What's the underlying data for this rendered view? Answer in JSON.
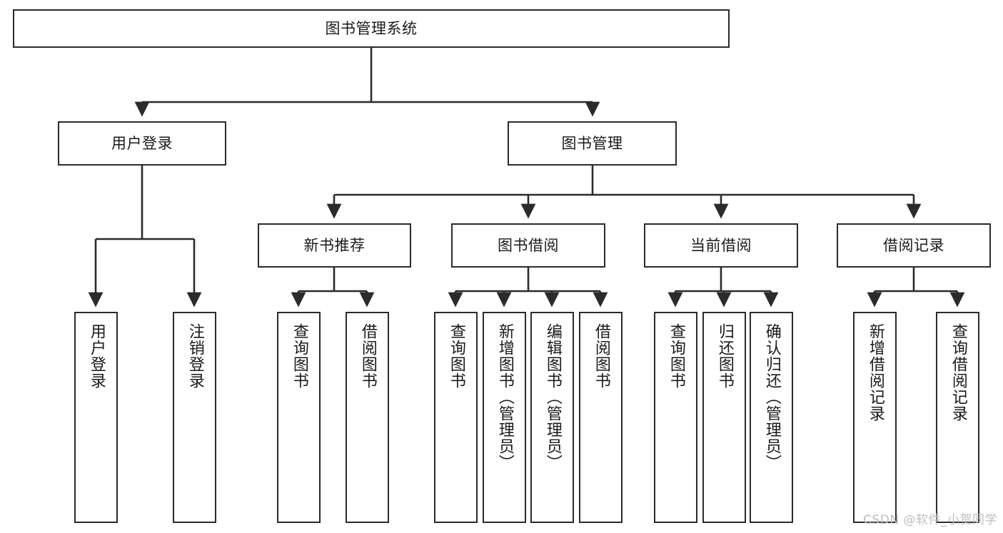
{
  "diagram": {
    "title_node": {
      "label": "图书管理系统"
    },
    "level2": [
      {
        "id": "user-login",
        "label": "用户登录"
      },
      {
        "id": "book-management",
        "label": "图书管理"
      }
    ],
    "level3": [
      {
        "id": "new-book-recommend",
        "label": "新书推荐"
      },
      {
        "id": "book-borrow",
        "label": "图书借阅"
      },
      {
        "id": "current-borrow",
        "label": "当前借阅"
      },
      {
        "id": "borrow-record",
        "label": "借阅记录"
      }
    ],
    "leaves": {
      "user_login": [
        {
          "id": "leaf-user-login",
          "label": "用户登录"
        },
        {
          "id": "leaf-logout-login",
          "label": "注销登录"
        }
      ],
      "new_book_recommend": [
        {
          "id": "leaf-query-book-1",
          "label": "查询图书"
        },
        {
          "id": "leaf-borrow-book-1",
          "label": "借阅图书"
        }
      ],
      "book_borrow": [
        {
          "id": "leaf-query-book-2",
          "label": "查询图书"
        },
        {
          "id": "leaf-add-book",
          "label": "新增图书（管理员）"
        },
        {
          "id": "leaf-edit-book",
          "label": "编辑图书（管理员）"
        },
        {
          "id": "leaf-borrow-book-2",
          "label": "借阅图书"
        }
      ],
      "current_borrow": [
        {
          "id": "leaf-query-book-3",
          "label": "查询图书"
        },
        {
          "id": "leaf-return-book",
          "label": "归还图书"
        },
        {
          "id": "leaf-confirm-return",
          "label": "确认归还（管理员）"
        }
      ],
      "borrow_record": [
        {
          "id": "leaf-add-record",
          "label": "新增借阅记录"
        },
        {
          "id": "leaf-query-record",
          "label": "查询借阅记录"
        }
      ]
    }
  },
  "watermark": {
    "text": "CSDN @软件_小贺同学"
  },
  "colors": {
    "stroke": "#2b2b2b",
    "fill": "#ffffff",
    "text": "#1a1a1a",
    "watermark": "#bdbdbd"
  }
}
